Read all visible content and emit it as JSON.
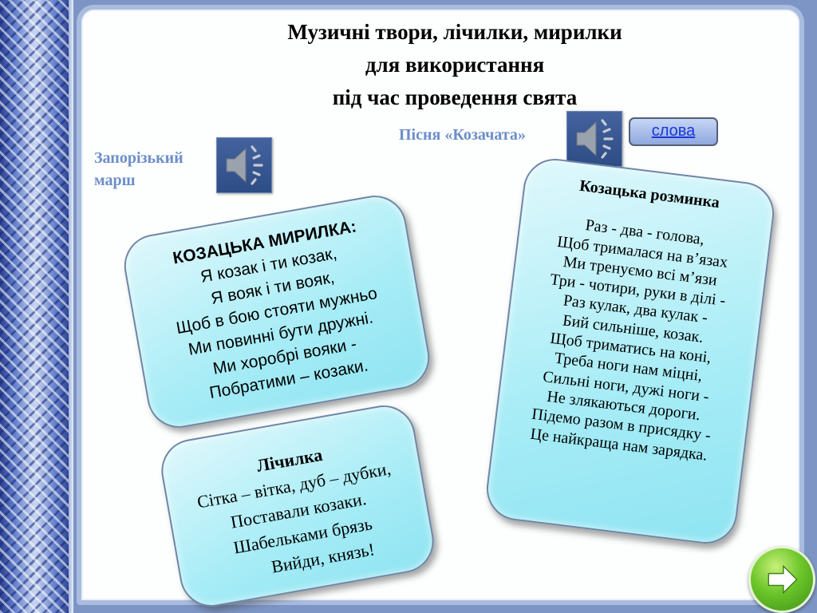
{
  "title": {
    "line1": "Музичні твори, лічилки, мирилки",
    "line2": "для використання",
    "line3": "під час проведення свята"
  },
  "march_label": {
    "line1": "Запорізький",
    "line2": "марш"
  },
  "song_label": "Пісня «Козачата»",
  "words_button": "слова",
  "mirylka": {
    "heading": "КОЗАЦЬКА МИРИЛКА:",
    "lines": [
      "Я козак і ти козак,",
      "Я вояк і ти вояк,",
      "Щоб в бою стояти мужньо",
      "Ми повинні бути дружні.",
      "Ми хоробрі вояки -",
      "Побратими – козаки."
    ]
  },
  "lichylka": {
    "heading": "Лічилка",
    "lines": [
      "Сітка – вітка, дуб – дубки,",
      "Поставали козаки.",
      "Шабельками брязь",
      "Вийди, князь!"
    ]
  },
  "rozmynka": {
    "heading": "Козацька розминка",
    "lines": [
      "Раз - два - голова,",
      "Щоб трималася на в’язах",
      "Ми тренуємо всі м’язи",
      "Три - чотири, руки в ділі -",
      "Раз кулак, два кулак -",
      "Бий сильніше, козак.",
      "Щоб триматись на коні,",
      "Треба ноги нам міцні,",
      "Сильні ноги, дужі ноги -",
      "Не злякаються дороги.",
      "Підемо разом в присядку -",
      "Це найкраща нам зарядка."
    ]
  },
  "icons": {
    "speaker": "speaker-icon",
    "next": "arrow-right-icon"
  },
  "colors": {
    "label_blue": "#6c8ec9",
    "card_fill": "#a6ecf6",
    "next_green": "#6cc62a",
    "link_blue": "#1a38d8"
  }
}
